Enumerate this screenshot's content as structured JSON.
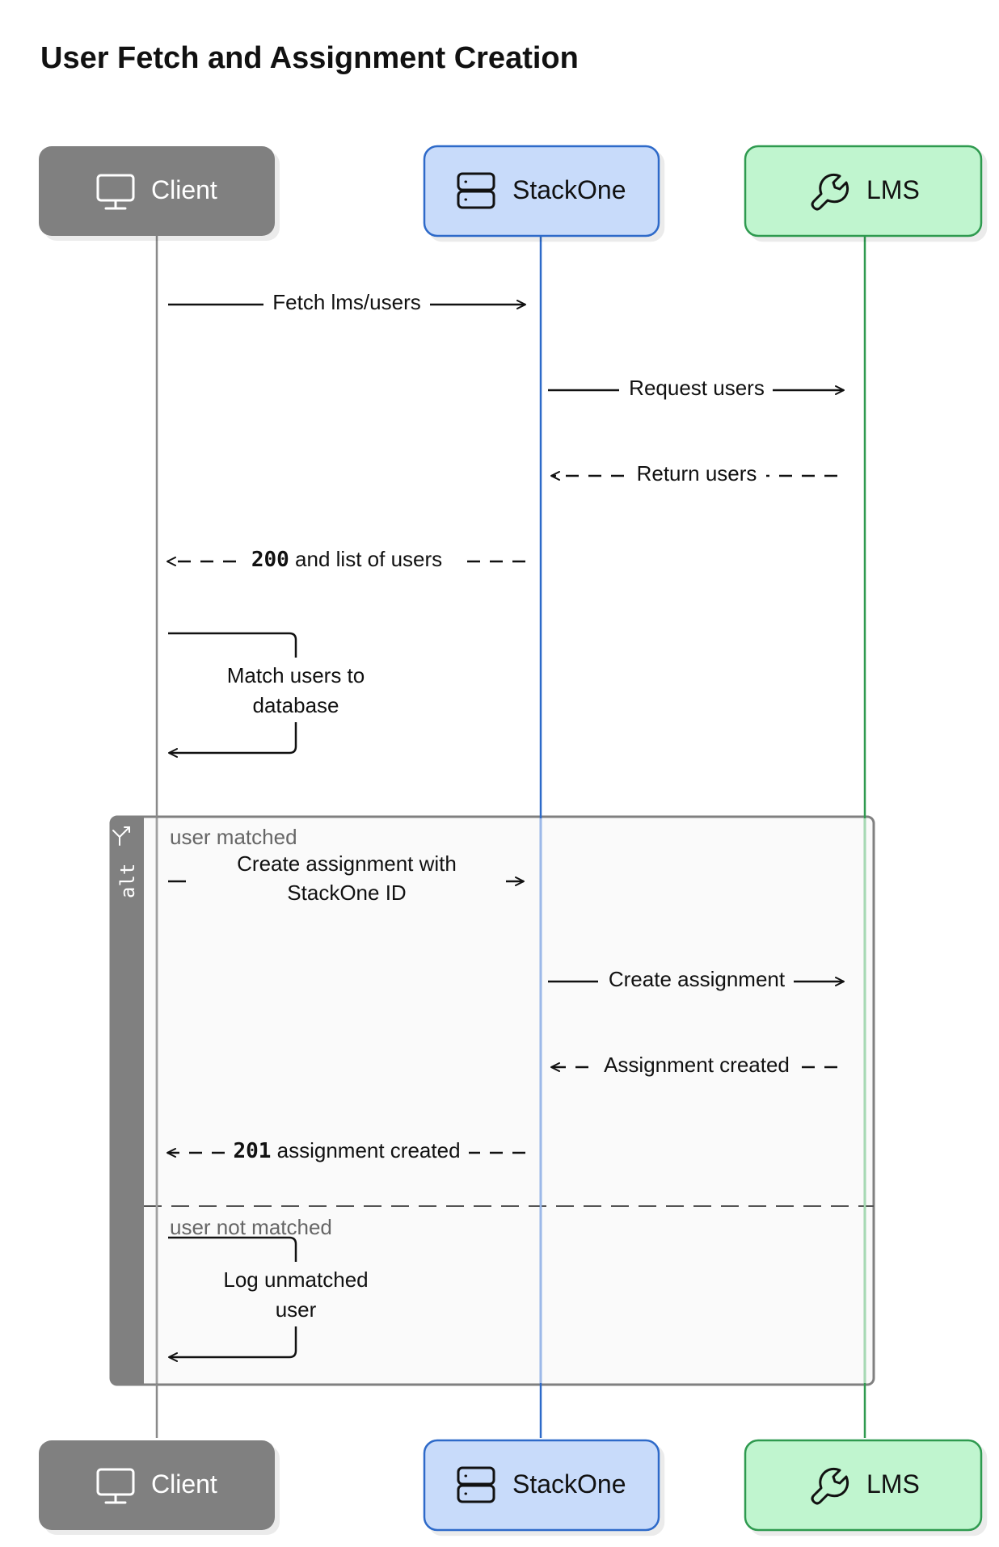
{
  "title": "User Fetch and Assignment Creation",
  "actors": [
    {
      "name": "Client",
      "icon": "monitor-icon",
      "fill": "#808080",
      "stroke": "#808080",
      "text_color": "#ffffff",
      "line_color": "#8a8a8a"
    },
    {
      "name": "StackOne",
      "icon": "server-icon",
      "fill": "#c8dbfa",
      "stroke": "#2d6ac9",
      "text_color": "#111111",
      "line_color": "#2d6ac9"
    },
    {
      "name": "LMS",
      "icon": "wrench-icon",
      "fill": "#c0f5cf",
      "stroke": "#2f9a4f",
      "text_color": "#111111",
      "line_color": "#2f9a4f"
    }
  ],
  "messages": {
    "m1": {
      "from": "Client",
      "to": "StackOne",
      "label": "Fetch lms/users",
      "style": "solid"
    },
    "m2": {
      "from": "StackOne",
      "to": "LMS",
      "label": "Request users",
      "style": "solid"
    },
    "m3": {
      "from": "LMS",
      "to": "StackOne",
      "label": "Return users",
      "style": "dashed"
    },
    "m4": {
      "from": "StackOne",
      "to": "Client",
      "code": "200",
      "label": " and list of users",
      "style": "dashed"
    },
    "m5": {
      "from": "Client",
      "to": "Client",
      "line1": "Match users to",
      "line2": "database",
      "style": "solid"
    },
    "m6": {
      "from": "Client",
      "to": "StackOne",
      "line1": "Create assignment with",
      "line2": "StackOne ID",
      "style": "solid"
    },
    "m7": {
      "from": "StackOne",
      "to": "LMS",
      "label": "Create assignment",
      "style": "solid"
    },
    "m8": {
      "from": "LMS",
      "to": "StackOne",
      "label": "Assignment created",
      "style": "dashed"
    },
    "m9": {
      "from": "StackOne",
      "to": "Client",
      "code": "201",
      "label": " assignment created",
      "style": "dashed"
    },
    "m10": {
      "from": "Client",
      "to": "Client",
      "line1": "Log unmatched",
      "line2": "user",
      "style": "solid"
    }
  },
  "alt": {
    "tag": "alt",
    "condition1": "user matched",
    "condition2": "user not matched",
    "bar_color": "#808080",
    "background": "#fafafa"
  }
}
